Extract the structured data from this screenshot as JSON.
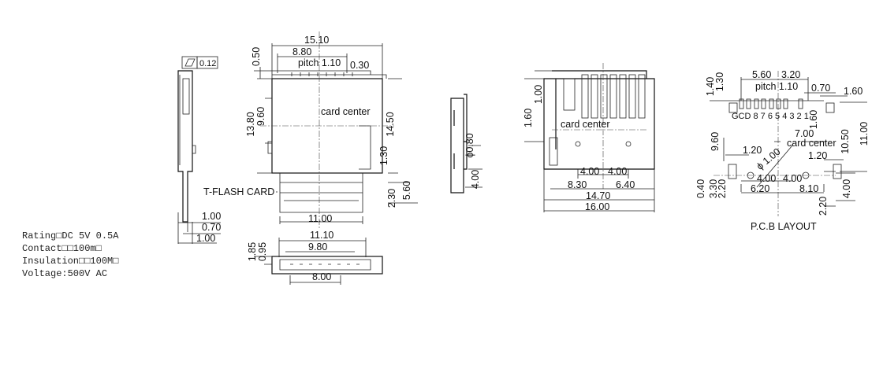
{
  "specs": [
    "Rating□DC 5V 0.5A",
    "Contact□□100m□",
    "Insulation□□100M□",
    "Voltage:500V AC"
  ],
  "side_view": {
    "flatness": "0.12",
    "dims": [
      "1.00",
      "0.70",
      "1.00"
    ]
  },
  "top_view": {
    "dims": [
      "15.10",
      "8.80",
      "pitch 1.10",
      "0.30",
      "0.50",
      "13.80",
      "9.60",
      "card center",
      "14.50",
      "1.30",
      "T-FLASH CARD",
      "2.30",
      "5.60",
      "11.00"
    ]
  },
  "bottom_view": {
    "dims": [
      "1.85",
      "0.95",
      "11.10",
      "9.80",
      "8.00"
    ]
  },
  "end_view": {
    "dims": [
      "ϕ0.80",
      "4.00"
    ]
  },
  "bottom_top_view": {
    "dims": [
      "1.00",
      "1.60",
      "card center",
      "4.00",
      "4.00",
      "8.30",
      "6.40",
      "14.70",
      "16.00"
    ]
  },
  "pcb_layout": {
    "title": "P.C.B LAYOUT",
    "pin_labels": "GCD 8 7 6 5 4 3 2 1",
    "dims": [
      "5.60",
      "3.20",
      "pitch 1.10",
      "0.70",
      "1.60",
      "1.40",
      "1.30",
      "1.60",
      "9.60",
      "7.00",
      "card center",
      "10.50",
      "11.00",
      "1.20",
      "ϕ 1.00",
      "1.20",
      "0.40",
      "3.30",
      "2.20",
      "4.00",
      "4.00",
      "6.20",
      "8.10",
      "4.00",
      "2.20"
    ]
  }
}
